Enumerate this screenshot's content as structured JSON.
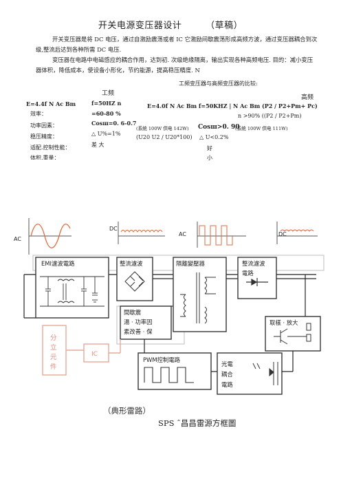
{
  "doc": {
    "title": "开关电源变压器设计",
    "draft": "（草稿）",
    "para1": "开关变压器是将 DC 电压，通过自激励震荡或者 IC 它激励间歇震荡形成高频方波，通过变压器耦合到次级,整流后达到各种所需 DC 电压.",
    "para2": "变压器在电路中电磁感应的耦合作用，达到初. 次级绝缘隔离，输出实现各种高频电压.  目的：减小变压器体积，降低成本，使设备小形化，节约能源，提高稳压精度. N",
    "compare_heading": "工频变压器与高频变压器的比较:"
  },
  "comparison": {
    "lf_label": "工频",
    "lf_formula": "E=4.4f N Ac Bm",
    "lf_freq": "f=50HZ n",
    "lf_eff": "=60-80 %",
    "lf_pf": "Cosш=0. 6-0.7",
    "lf_reg": "△ U%=1%",
    "lf_reg_word": "差  大",
    "hf_label": "高频",
    "hf_formula": "E=4.0f N Ac Bm f=50KHZ | N Ac Bm (P2 /  P2+Pm+ Pc)",
    "hf_eff": "n >90% ((P2 /  P2+Pm)",
    "hf_note_a": "(系统  100W 供电  142W)",
    "hf_pf": "Cosш>0. 90",
    "hf_note_b": "(系统  100W 供电  111W)",
    "hf_reg_a": "(U20 U2 /  U20*100)",
    "hf_reg_b": "△ U<0.2%",
    "hf_good": "好",
    "hf_small": "小",
    "row_labels": [
      "效率：",
      "功率因素：",
      "稳压精度：",
      "适配.控制性能：",
      "体积.重量："
    ]
  },
  "diagram": {
    "ac_left": "AC",
    "dc1": "DC",
    "ac_mid": "AC",
    "dc2": "DC",
    "emi": "EMI濾波電路",
    "rect1": "整流濾波",
    "isolation": "隔離變壓器",
    "rect2_l1": "整流濾波",
    "rect2_l2": "電路",
    "osc_l1": "間歇震",
    "osc_l2": "湯 · 功率因",
    "osc_l3": "素改善 · 保",
    "sample": "取樣 · 放大",
    "pwm": "PWM控制電路",
    "opto_l1": "光電",
    "opto_l2": "耦合",
    "opto_l3": "電路",
    "discrete": [
      "分",
      "立",
      "元",
      "件"
    ],
    "ic": "IC",
    "accent_color": "#e8a79a",
    "frame_color": "#c8c8c8"
  },
  "captions": {
    "typical": "（典形雷路）",
    "sps": "SPS ˆ昌昌雷源方框圖"
  }
}
